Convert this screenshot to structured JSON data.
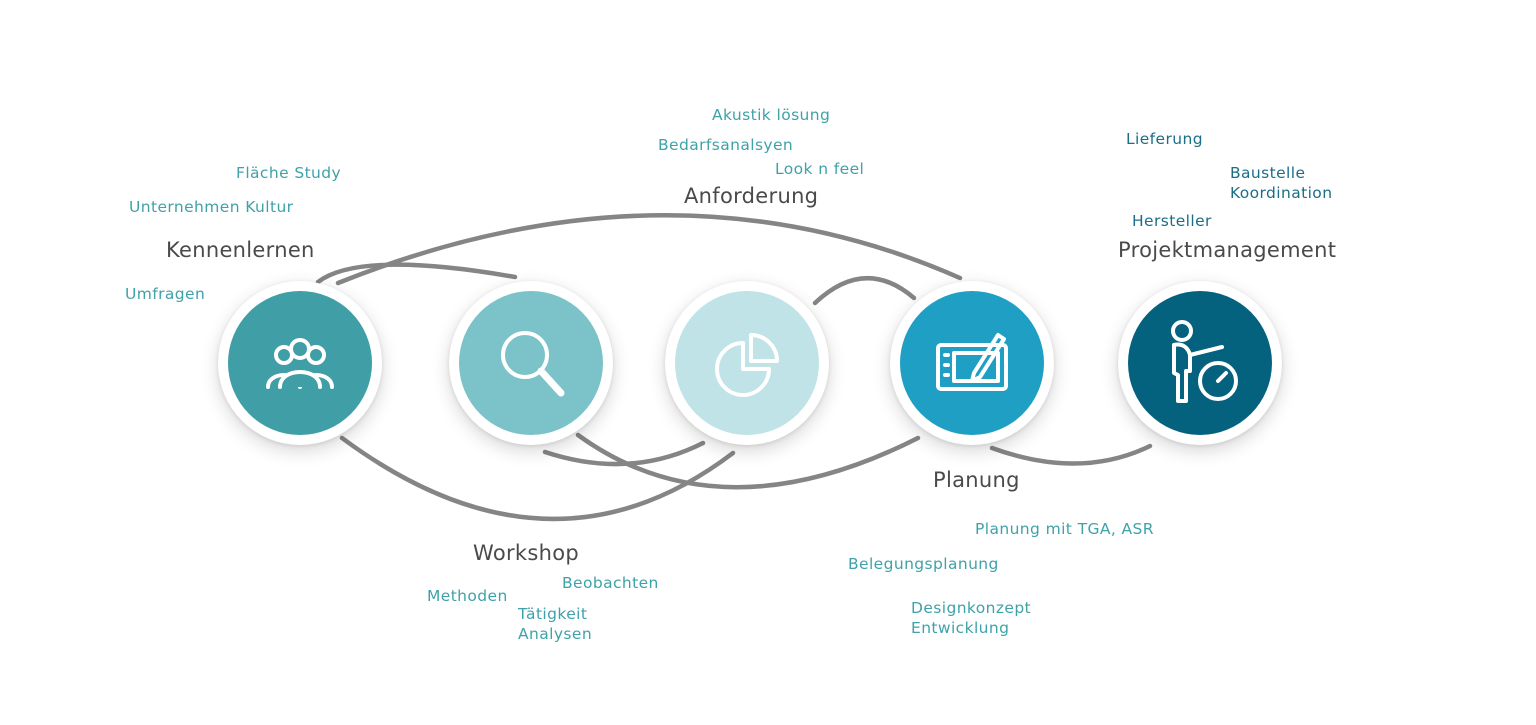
{
  "colors": {
    "connector": "#858585",
    "title": "#4a4a4a",
    "note": "#3fa2a9",
    "note_dark": "#1a6e86"
  },
  "stages": [
    {
      "id": "kennenlernen",
      "title": "Kennenlernen",
      "icon": "people-group-icon",
      "color": "#3f9ea6",
      "notes": [
        "Fläche Study",
        "Unternehmen Kultur",
        "Umfragen"
      ]
    },
    {
      "id": "workshop",
      "title": "Workshop",
      "icon": "magnifier-icon",
      "color": "#7cc3c9",
      "notes": [
        "Methoden",
        "Beobachten",
        "Tätigkeit Analysen"
      ]
    },
    {
      "id": "anforderung",
      "title": "Anforderung",
      "icon": "pie-chart-icon",
      "color": "#bfe3e6",
      "notes": [
        "Akustik lösung",
        "Bedarfsanalsyen",
        "Look n feel"
      ]
    },
    {
      "id": "planung",
      "title": "Planung",
      "icon": "drawing-tablet-icon",
      "color": "#1f9fc4",
      "notes": [
        "Planung mit TGA, ASR",
        "Belegungsplanung",
        "Designkonzept Entwicklung"
      ]
    },
    {
      "id": "projektmanagement",
      "title": "Projektmanagement",
      "icon": "presenter-clock-icon",
      "color": "#05627f",
      "notes": [
        "Lieferung",
        "Baustelle Koordination",
        "Hersteller"
      ]
    }
  ]
}
